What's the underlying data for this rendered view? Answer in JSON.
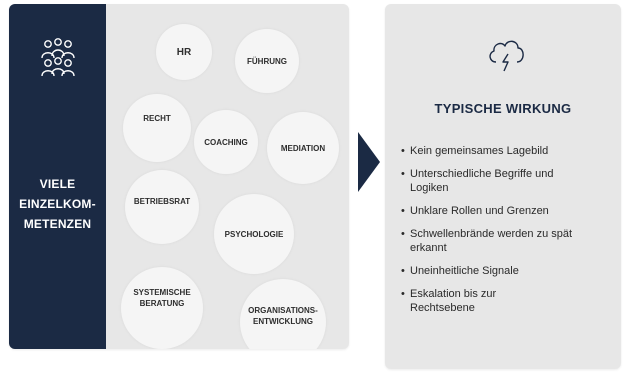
{
  "left_panel": {
    "title_lines": [
      "VIELE",
      "EINZELKOM-",
      "METENZEN"
    ],
    "icon": "people-group-icon",
    "bubbles": [
      {
        "id": "hr",
        "label": "HR"
      },
      {
        "id": "fuehrung",
        "label": "FÜHRUNG"
      },
      {
        "id": "recht",
        "label": "RECHT"
      },
      {
        "id": "coaching",
        "label": "COACHING"
      },
      {
        "id": "mediation",
        "label": "MEDIATION"
      },
      {
        "id": "betriebsrat",
        "label": "BETRIEBSRAT"
      },
      {
        "id": "psychologie",
        "label": "PSYCHOLOGIE"
      },
      {
        "id": "systemische",
        "lines": [
          "SYSTEMISCHE",
          "BERATUNG"
        ]
      },
      {
        "id": "orga",
        "lines": [
          "ORGANISATIONS-",
          "ENTWICKLUNG"
        ]
      }
    ]
  },
  "arrow_icon": "chevron-right-icon",
  "right_panel": {
    "icon": "storm-cloud-icon",
    "title": "TYPISCHE WIRKUNG",
    "items": [
      "Kein gemeinsames Lagebild",
      "Unterschiedliche Begriffe und Logiken",
      "Unklare Rollen und Grenzen",
      "Schwellenbrände werden zu spät erkannt",
      "Uneinheitliche Signale",
      "Eskalation bis zur Rechtsebene"
    ]
  },
  "colors": {
    "navy": "#1b2a44",
    "panel": "#e7e7e7",
    "bubble": "#f5f5f5"
  }
}
